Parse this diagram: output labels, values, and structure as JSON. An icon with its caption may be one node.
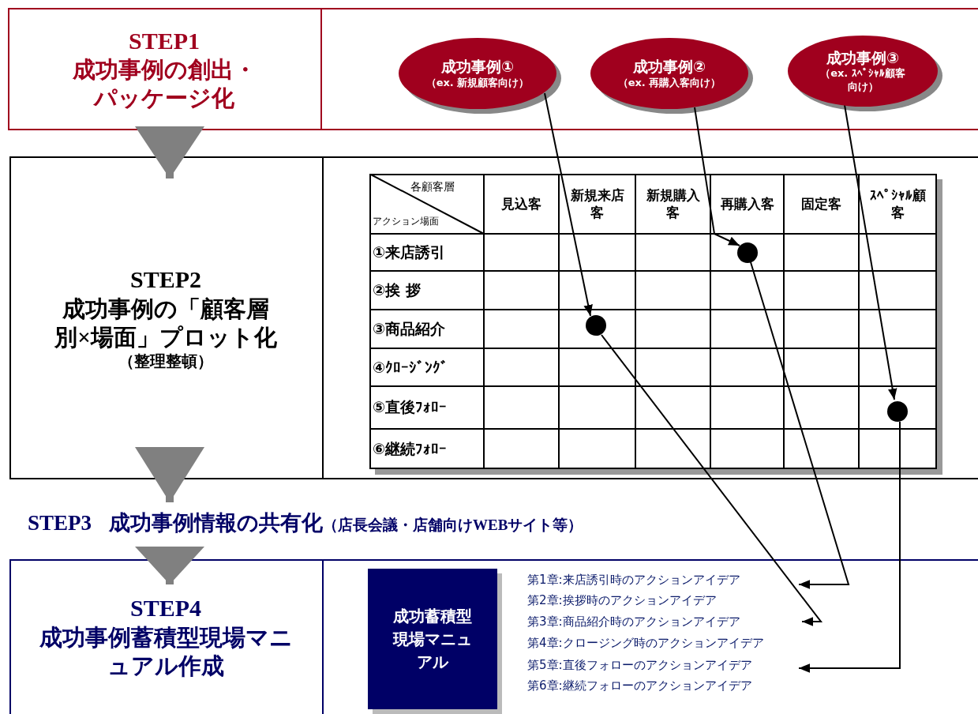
{
  "diagram": {
    "nodes": [
      {
        "text": [
          "STEP1",
          "成功事例の創出・パッケージ化"
        ]
      },
      {
        "text": [
          "成功事例①",
          "（ex. 新規顧客向け）"
        ]
      },
      {
        "text": [
          "成功事例②",
          "（ex. 再購入客向け）"
        ]
      },
      {
        "text": [
          "成功事例③",
          "（ex. ｽﾍﾟｼｬﾙ顧客向け）"
        ]
      },
      {
        "text": [
          "STEP2",
          "成功事例の「顧客層別×場面」プロット化",
          "（整理整頓）"
        ]
      },
      {
        "text": [],
        "shape": "circle"
      },
      {
        "text": [],
        "shape": "circle"
      },
      {
        "text": [],
        "shape": "circle"
      },
      {
        "text": [
          "STEP3",
          "成功事例情報の共有化",
          "（店長会議・店舗向けWEBサイト等）"
        ]
      },
      {
        "text": [
          "STEP4",
          "成功事例蓄積型現場マニュアル作成"
        ]
      },
      {
        "text": [
          "成功蓄積型現場マニュアル"
        ]
      },
      {
        "text": [
          "第1章:来店誘引時のアクションアイデア"
        ]
      },
      {
        "text": [
          "第3章:商品紹介時のアクションアイデア"
        ]
      },
      {
        "text": [
          "第5章:直後フォローのアクションアイデア"
        ]
      }
    ],
    "edges": [
      {
        "from": 0,
        "to": 4,
        "arrow": "to",
        "style": "thick",
        "color": "#808080"
      },
      {
        "from": 4,
        "to": 8,
        "arrow": "to",
        "style": "thick",
        "color": "#808080"
      },
      {
        "from": 8,
        "to": 9,
        "arrow": "to",
        "style": "thick",
        "color": "#808080"
      },
      {
        "from": 1,
        "to": 6,
        "arrow": "to"
      },
      {
        "from": 2,
        "to": 5,
        "arrow": "to"
      },
      {
        "from": 3,
        "to": 7,
        "arrow": "to"
      },
      {
        "from": 5,
        "to": 11,
        "arrow": "to"
      },
      {
        "from": 6,
        "to": 12,
        "arrow": "to"
      },
      {
        "from": 7,
        "to": 13,
        "arrow": "to"
      }
    ],
    "labels": [
      "各顧客層",
      "アクション場面",
      "見込客",
      "新規来店客",
      "新規購入客",
      "再購入客",
      "固定客",
      "ｽﾍﾟｼｬﾙ顧客",
      "①来店誘引",
      "②挨 拶",
      "③商品紹介",
      "④ｸﾛｰｼﾞﾝｸﾞ",
      "⑤直後ﾌｫﾛｰ",
      "⑥継続ﾌｫﾛｰ",
      "第2章:挨拶時のアクションアイデア",
      "第4章:クロージング時のアクションアイデア",
      "第6章:継続フォローのアクションアイデア"
    ]
  }
}
